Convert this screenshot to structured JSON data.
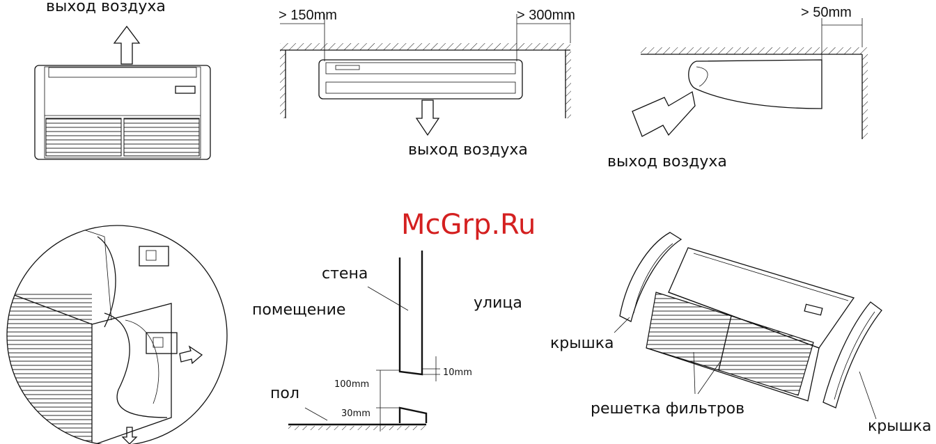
{
  "watermark": "McGrp.Ru",
  "labels": {
    "air_out_1": "выход воздуха",
    "air_out_2": "выход воздуха",
    "air_out_3": "выход воздуха",
    "dim_150": "> 150mm",
    "dim_300": "> 300mm",
    "dim_50": "> 50mm",
    "wall": "стена",
    "room": "помещение",
    "street": "улица",
    "floor": "пол",
    "dim_10mm": "10mm",
    "dim_100mm": "100mm",
    "dim_30mm": "30mm",
    "cover_left": "крышка",
    "cover_right": "крышка",
    "filter_grille": "решетка фильтров"
  }
}
